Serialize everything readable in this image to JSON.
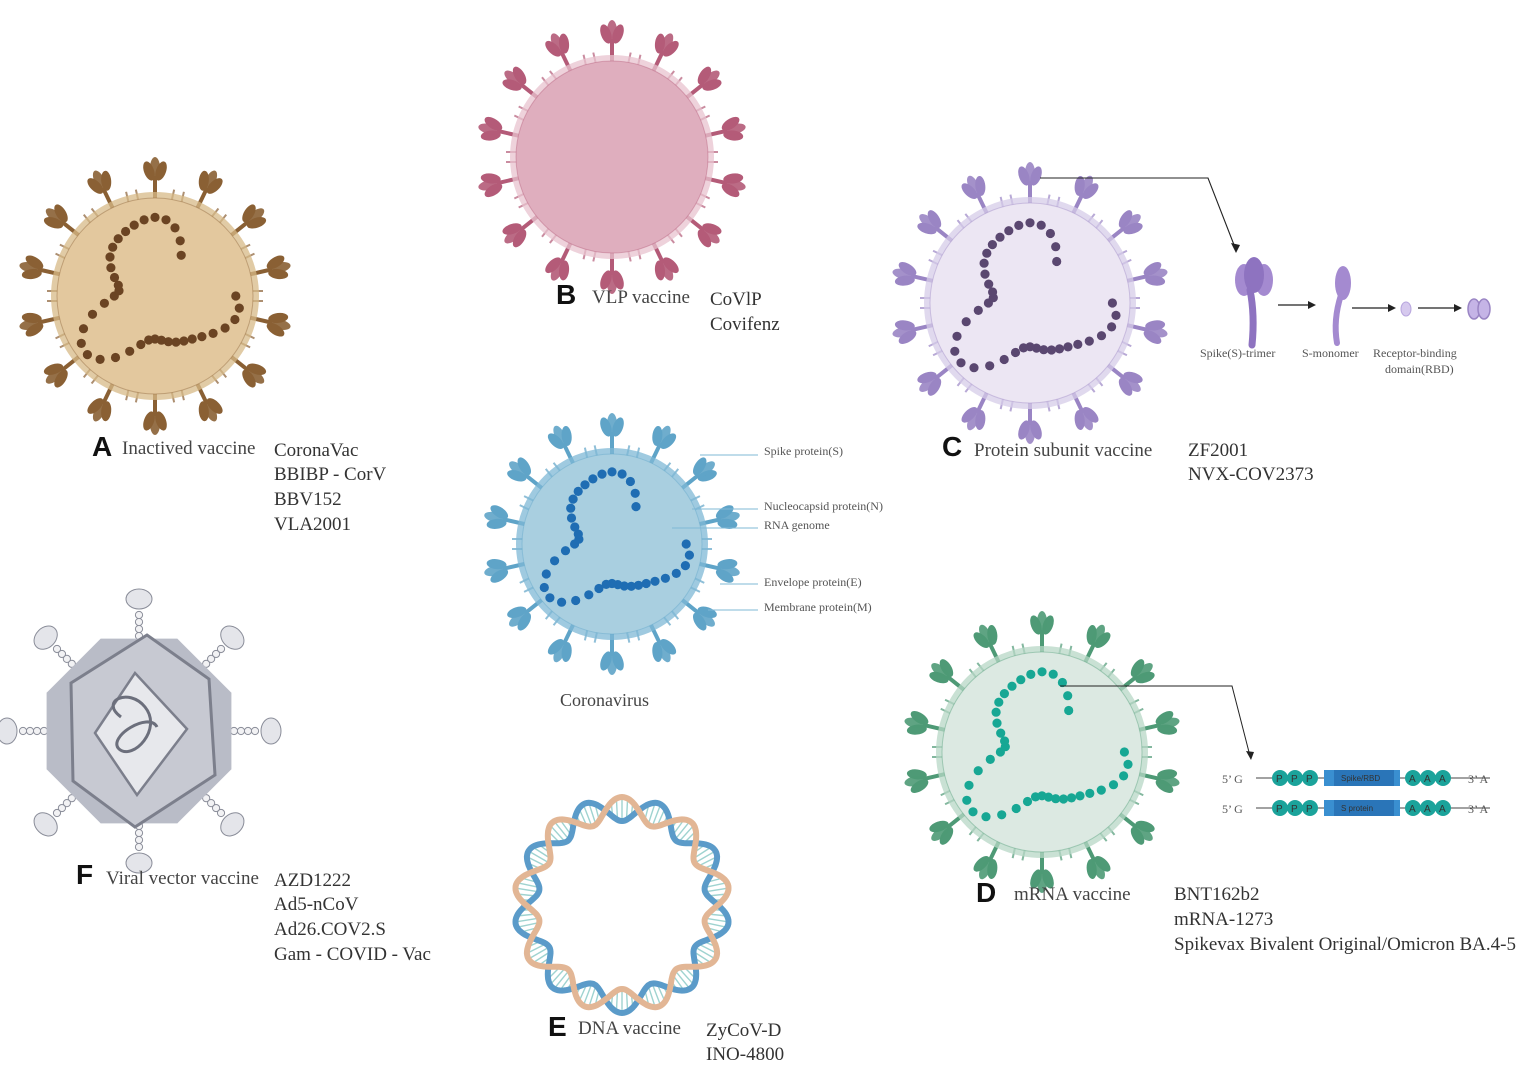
{
  "colors": {
    "inactivated_fill": "#e3c89e",
    "inactivated_membrane": "#d7b987",
    "inactivated_accent": "#8a6034",
    "inactivated_rna": "#6b4423",
    "vlp_fill": "#dfaebe",
    "vlp_membrane": "#e8c3cf",
    "vlp_accent": "#b45b78",
    "protein_fill": "#ece6f3",
    "protein_membrane": "#d6cce8",
    "protein_accent": "#9a85c4",
    "protein_rna": "#5a4770",
    "corona_fill": "#a9cfe0",
    "corona_membrane": "#7fb8d6",
    "corona_accent": "#5fa4c8",
    "corona_rna": "#1f6db3",
    "mrna_fill": "#dce9e2",
    "mrna_membrane": "#b7d7c6",
    "mrna_accent": "#4e9a76",
    "mrna_rna": "#17a794",
    "vector_fill": "#b9bcc7",
    "vector_dark": "#7c7f8c",
    "vector_light": "#e7e8ec",
    "dna_blue": "#5b9bc9",
    "dna_tan": "#e2b695",
    "dna_rung": "#9fd3d0",
    "mrna_cap": "#1ba39b",
    "mrna_box": "#3a8fd0",
    "mrna_box_dark": "#1f64a8"
  },
  "panels": {
    "A": {
      "letter": "A",
      "name": "Inactived vaccine",
      "examples": [
        "CoronaVac",
        "BBIBP - CorV",
        "BBV152",
        "VLA2001"
      ]
    },
    "B": {
      "letter": "B",
      "name": "VLP vaccine",
      "examples": [
        "CoVlP",
        "Covifenz"
      ]
    },
    "C": {
      "letter": "C",
      "name": "Protein subunit  vaccine",
      "examples": [
        "ZF2001",
        "NVX-COV2373"
      ],
      "steps": [
        "Spike(S)-trimer",
        "S-monomer",
        "Receptor-binding",
        "domain(RBD)"
      ]
    },
    "center": {
      "name": "Coronavirus",
      "labels": [
        "Spike protein(S)",
        "Nucleocapsid protein(N)",
        "RNA genome",
        "Envelope protein(E)",
        "Membrane protein(M)"
      ]
    },
    "D": {
      "letter": "D",
      "name": "mRNA vaccine",
      "examples": [
        "BNT162b2",
        "mRNA-1273",
        "Spikevax Bivalent Original/Omicron BA.4-5"
      ],
      "constructs": [
        {
          "five": "5’ G",
          "caps": [
            "P",
            "P",
            "P"
          ],
          "box": "Spike/RBD",
          "tail": [
            "A",
            "A",
            "A"
          ],
          "three": "3’ A"
        },
        {
          "five": "5’ G",
          "caps": [
            "P",
            "P",
            "P"
          ],
          "box": "S protein",
          "tail": [
            "A",
            "A",
            "A"
          ],
          "three": "3’ A"
        }
      ]
    },
    "E": {
      "letter": "E",
      "name": "DNA vaccine",
      "examples": [
        "ZyCoV-D",
        "INO-4800"
      ]
    },
    "F": {
      "letter": "F",
      "name": "Viral vector vaccine",
      "examples": [
        "AZD1222",
        "Ad5-nCoV",
        "Ad26.COV2.S",
        "Gam - COVID - Vac"
      ]
    }
  }
}
